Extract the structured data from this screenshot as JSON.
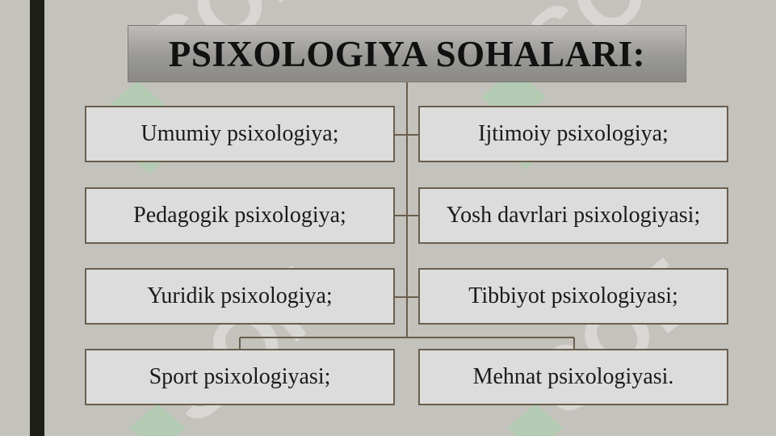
{
  "title": "PSIXOLOGIYA SOHALARI:",
  "watermark": {
    "text": "SOF",
    "color": "#ffffff",
    "logo_color": "#9fd8a8"
  },
  "colors": {
    "background": "#c4c2bc",
    "left_bar": "#1f1f1a",
    "connector": "#6a5f4d",
    "box_fill": "#dcdcdc"
  },
  "items": [
    {
      "label": "Umumiy psixologiya;"
    },
    {
      "label": "Ijtimoiy psixologiya;"
    },
    {
      "label": "Pedagogik psixologiya;"
    },
    {
      "label": "Yosh davrlari psixologiyasi;"
    },
    {
      "label": "Yuridik psixologiya;"
    },
    {
      "label": "Tibbiyot psixologiyasi;"
    },
    {
      "label": "Sport psixologiyasi;"
    },
    {
      "label": "Mehnat psixologiyasi."
    }
  ]
}
